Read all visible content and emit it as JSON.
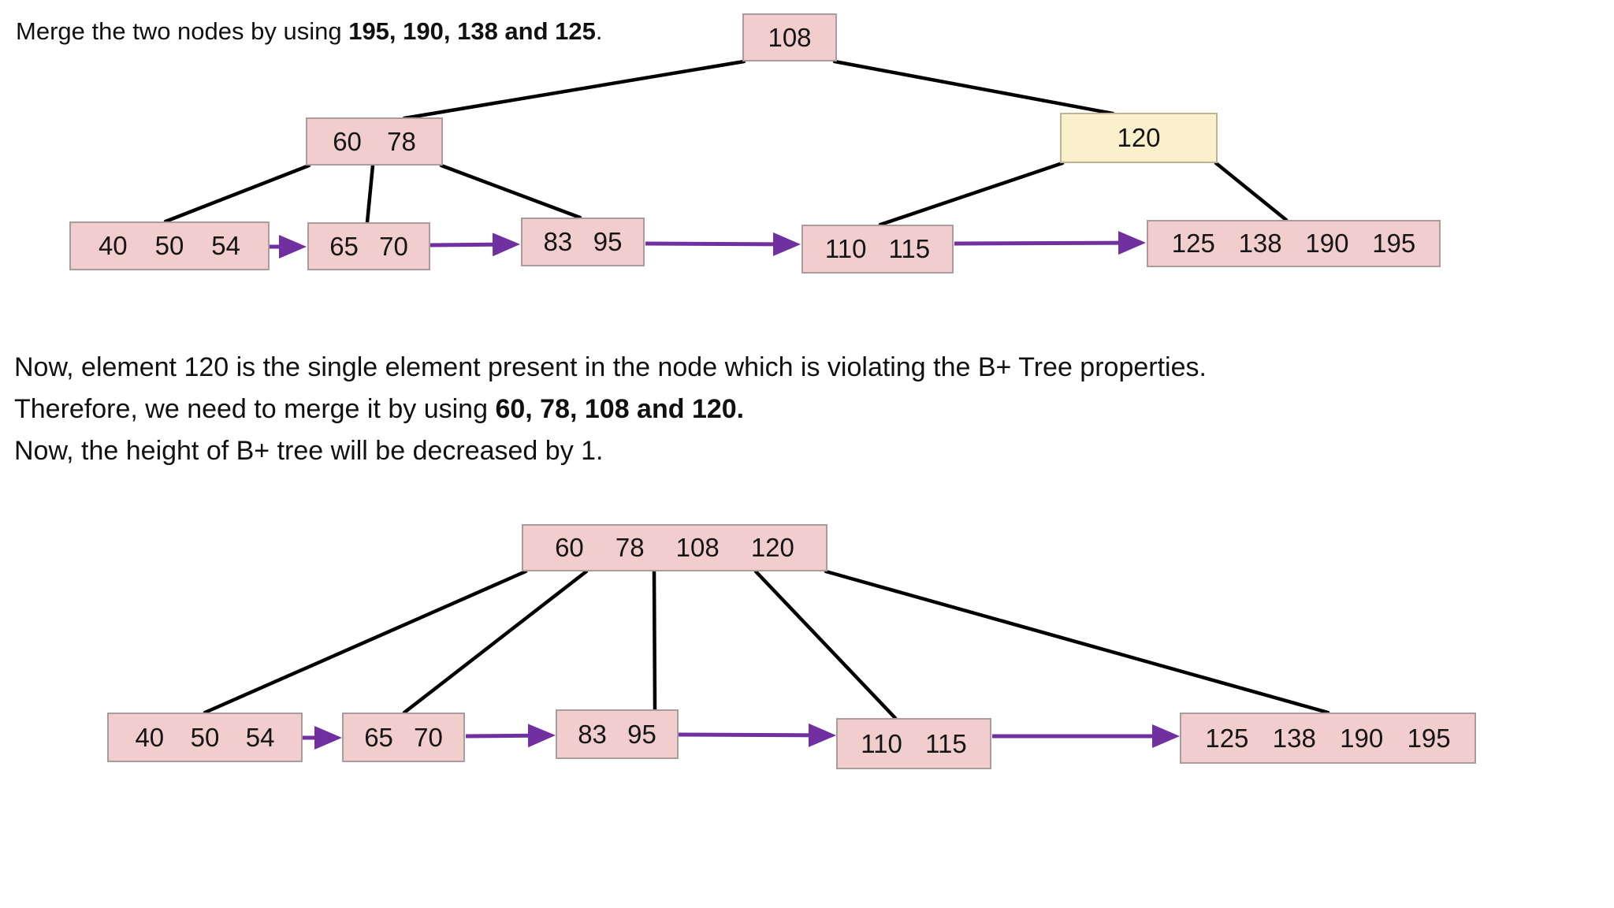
{
  "texts": {
    "top_caption": {
      "normal": "Merge the two nodes by using ",
      "bold": "195, 190, 138 and 125",
      "suffix": "."
    },
    "paragraph": {
      "line1": "Now, element 120 is the single element present in the node which is violating the B+ Tree properties.",
      "line2_normal": "Therefore, we need to merge it by using ",
      "line2_bold": "60, 78, 108 and 120.",
      "line3": "Now, the height of B+ tree will be decreased by 1."
    }
  },
  "colors": {
    "node_fill": "#f2cdcd",
    "highlight_fill": "#faf0cc",
    "node_border": "#ab9b9c",
    "highlight_border": "#bdb493",
    "arrow": "#7030a0",
    "line": "#000000"
  },
  "tree_before": {
    "root": {
      "keys": [
        "108"
      ]
    },
    "internal_left": {
      "keys": [
        "60",
        "78"
      ]
    },
    "internal_right": {
      "keys": [
        "120"
      ],
      "highlighted": "true"
    },
    "leaves": [
      {
        "keys": [
          "40",
          "50",
          "54"
        ]
      },
      {
        "keys": [
          "65",
          "70"
        ]
      },
      {
        "keys": [
          "83",
          "95"
        ]
      },
      {
        "keys": [
          "110",
          "115"
        ]
      },
      {
        "keys": [
          "125",
          "138",
          "190",
          "195"
        ]
      }
    ]
  },
  "tree_after": {
    "root": {
      "keys": [
        "60",
        "78",
        "108",
        "120"
      ]
    },
    "leaves": [
      {
        "keys": [
          "40",
          "50",
          "54"
        ]
      },
      {
        "keys": [
          "65",
          "70"
        ]
      },
      {
        "keys": [
          "83",
          "95"
        ]
      },
      {
        "keys": [
          "110",
          "115"
        ]
      },
      {
        "keys": [
          "125",
          "138",
          "190",
          "195"
        ]
      }
    ]
  }
}
